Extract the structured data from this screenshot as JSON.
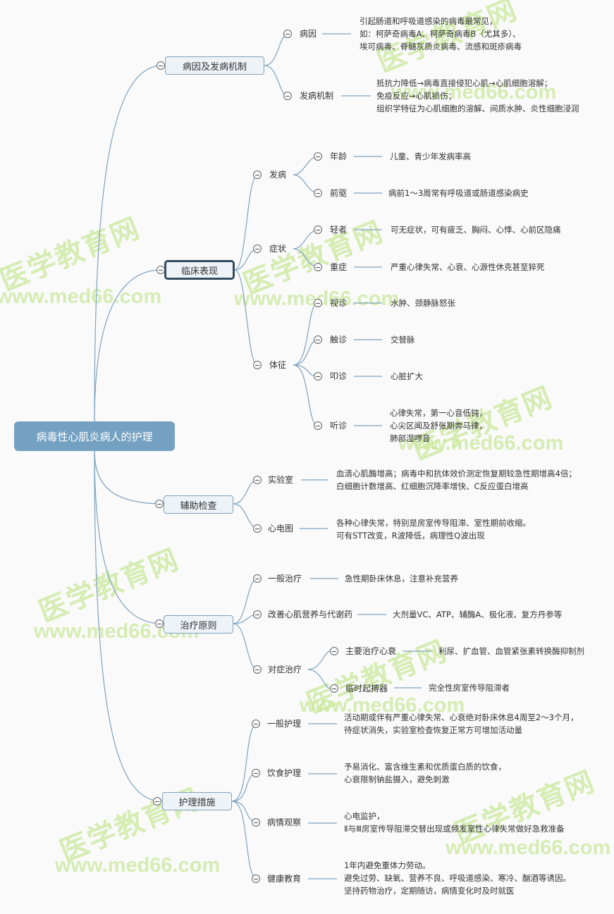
{
  "root": {
    "label": "病毒性心肌炎病人的护理"
  },
  "colors": {
    "root_fill": "#74a1c2",
    "connector": "#7ea3bf",
    "branch_fill": "#eef3f7",
    "selected_border": "#354b5e",
    "watermark": "#c9e89a"
  },
  "watermarks": {
    "cn": "医学教育网",
    "url": "www.med66.com"
  },
  "branches": [
    {
      "label": "病因及发病机制",
      "children": [
        {
          "label": "病因",
          "detail": [
            "引起肠道和呼吸道感染的病毒最常见，",
            "如：柯萨奇病毒A、柯萨奇病毒B（尤其多）、",
            "埃可病毒、脊髓灰质炎病毒、流感和斑疹病毒"
          ]
        },
        {
          "label": "发病机制",
          "detail": [
            "抵抗力降低→病毒直接侵犯心肌→心肌细胞溶解；",
            "免疫反应→心肌损伤；",
            "组织学特征为心肌细胞的溶解、间质水肿、炎性细胞浸润"
          ]
        }
      ]
    },
    {
      "label": "临床表现",
      "selected": true,
      "children": [
        {
          "label": "发病",
          "children": [
            {
              "label": "年龄",
              "detail": [
                "儿童、青少年发病率高"
              ]
            },
            {
              "label": "前驱",
              "detail": [
                "病前1～3周常有呼吸道或肠道感染病史"
              ]
            }
          ]
        },
        {
          "label": "症状",
          "children": [
            {
              "label": "轻者",
              "detail": [
                "可无症状，可有疲乏、胸闷、心悸、心前区隐痛"
              ]
            },
            {
              "label": "重症",
              "detail": [
                "严重心律失常、心衰、心源性休克甚至猝死"
              ]
            }
          ]
        },
        {
          "label": "体征",
          "children": [
            {
              "label": "视诊",
              "detail": [
                "水肿、颈静脉怒张"
              ]
            },
            {
              "label": "触诊",
              "detail": [
                "交替脉"
              ]
            },
            {
              "label": "叩诊",
              "detail": [
                "心脏扩大"
              ]
            },
            {
              "label": "听诊",
              "detail": [
                "心律失常，第一心音低钝，",
                "心尖区闻及舒张期奔马律，",
                "肺部湿啰音"
              ]
            }
          ]
        }
      ]
    },
    {
      "label": "辅助检查",
      "children": [
        {
          "label": "实验室",
          "detail": [
            "血清心肌酶增高；病毒中和抗体效价测定恢复期较急性期增高4倍；",
            "白细胞计数增高、红细胞沉降率增快、C反应蛋白增高"
          ]
        },
        {
          "label": "心电图",
          "detail": [
            "各种心律失常，特别是房室传导阻滞、室性期前收缩。",
            "可有STT改变，R波降低，病理性Q波出现"
          ]
        }
      ]
    },
    {
      "label": "治疗原则",
      "children": [
        {
          "label": "一般治疗",
          "detail": [
            "急性期卧床休息，注意补充营养"
          ]
        },
        {
          "label": "改善心肌营养与代谢药",
          "detail": [
            "大剂量VC、ATP、辅酶A、极化液、复方丹参等"
          ]
        },
        {
          "label": "对症治疗",
          "children": [
            {
              "label": "主要治疗心衰",
              "detail": [
                "利尿、扩血管、血管紧张素转换酶抑制剂"
              ]
            },
            {
              "label": "临时起搏器",
              "detail": [
                "完全性房室传导阻滞者"
              ]
            }
          ]
        }
      ]
    },
    {
      "label": "护理措施",
      "children": [
        {
          "label": "一般护理",
          "detail": [
            "活动期或伴有严重心律失常、心衰绝对卧床休息4周至2～3个月，",
            "待症状消失，实验室检查恢复正常方可增加活动量"
          ]
        },
        {
          "label": "饮食护理",
          "detail": [
            "予易消化、富含维生素和优质蛋白质的饮食，",
            "心衰限制钠盐摄入，避免刺激"
          ]
        },
        {
          "label": "病情观察",
          "detail": [
            "心电监护，",
            "Ⅱ与Ⅲ房室传导阻滞交替出现或频发室性心律失常做好急救准备"
          ]
        },
        {
          "label": "健康教育",
          "detail": [
            "1年内避免重体力劳动。",
            "避免过劳、缺氧、营养不良、呼吸道感染、寒冷、酗酒等诱因。",
            "坚持药物治疗，定期随访，病情变化时及时就医"
          ]
        }
      ]
    }
  ]
}
